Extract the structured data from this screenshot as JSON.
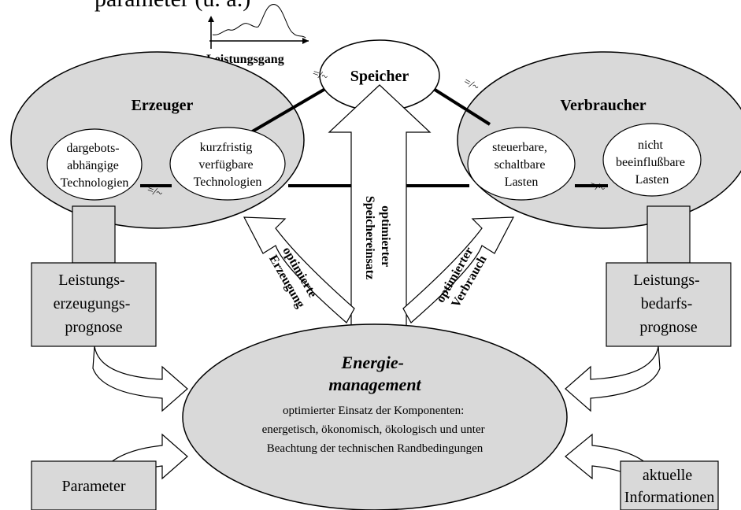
{
  "top_clip_text": "parameter (u. a.)",
  "leistungsgang_label": "Leistungsgang",
  "symbol_ac_dc": "=/~",
  "speicher": {
    "title": "Speicher"
  },
  "erzeuger": {
    "title": "Erzeuger",
    "left": [
      "dargebots-",
      "abhängige",
      "Technologien"
    ],
    "right": [
      "kurzfristig",
      "verfügbare",
      "Technologien"
    ]
  },
  "verbraucher": {
    "title": "Verbraucher",
    "left": [
      "steuerbare,",
      "schaltbare",
      "Lasten"
    ],
    "right": [
      "nicht",
      "beeinflußbare",
      "Lasten"
    ]
  },
  "prognose_erzeugung": [
    "Leistungs-",
    "erzeugungs-",
    "prognose"
  ],
  "prognose_bedarf": [
    "Leistungs-",
    "bedarfs-",
    "prognose"
  ],
  "arrows": {
    "speicher": [
      "optimierter",
      "Speichereinsatz"
    ],
    "erzeugung": [
      "optimierte",
      "Erzeugung"
    ],
    "verbrauch": [
      "optimierter",
      "Verbrauch"
    ]
  },
  "energie": {
    "title": [
      "Energie-",
      "management"
    ],
    "desc": [
      "optimierter Einsatz der Komponenten:",
      "energetisch, ökonomisch, ökologisch und unter",
      "Beachtung der technischen Randbedingungen"
    ]
  },
  "parameter": "Parameter",
  "aktuelle": [
    "aktuelle",
    "Informationen"
  ],
  "colors": {
    "fill": "#d9d9d9",
    "line": "#000000",
    "white": "#ffffff"
  }
}
